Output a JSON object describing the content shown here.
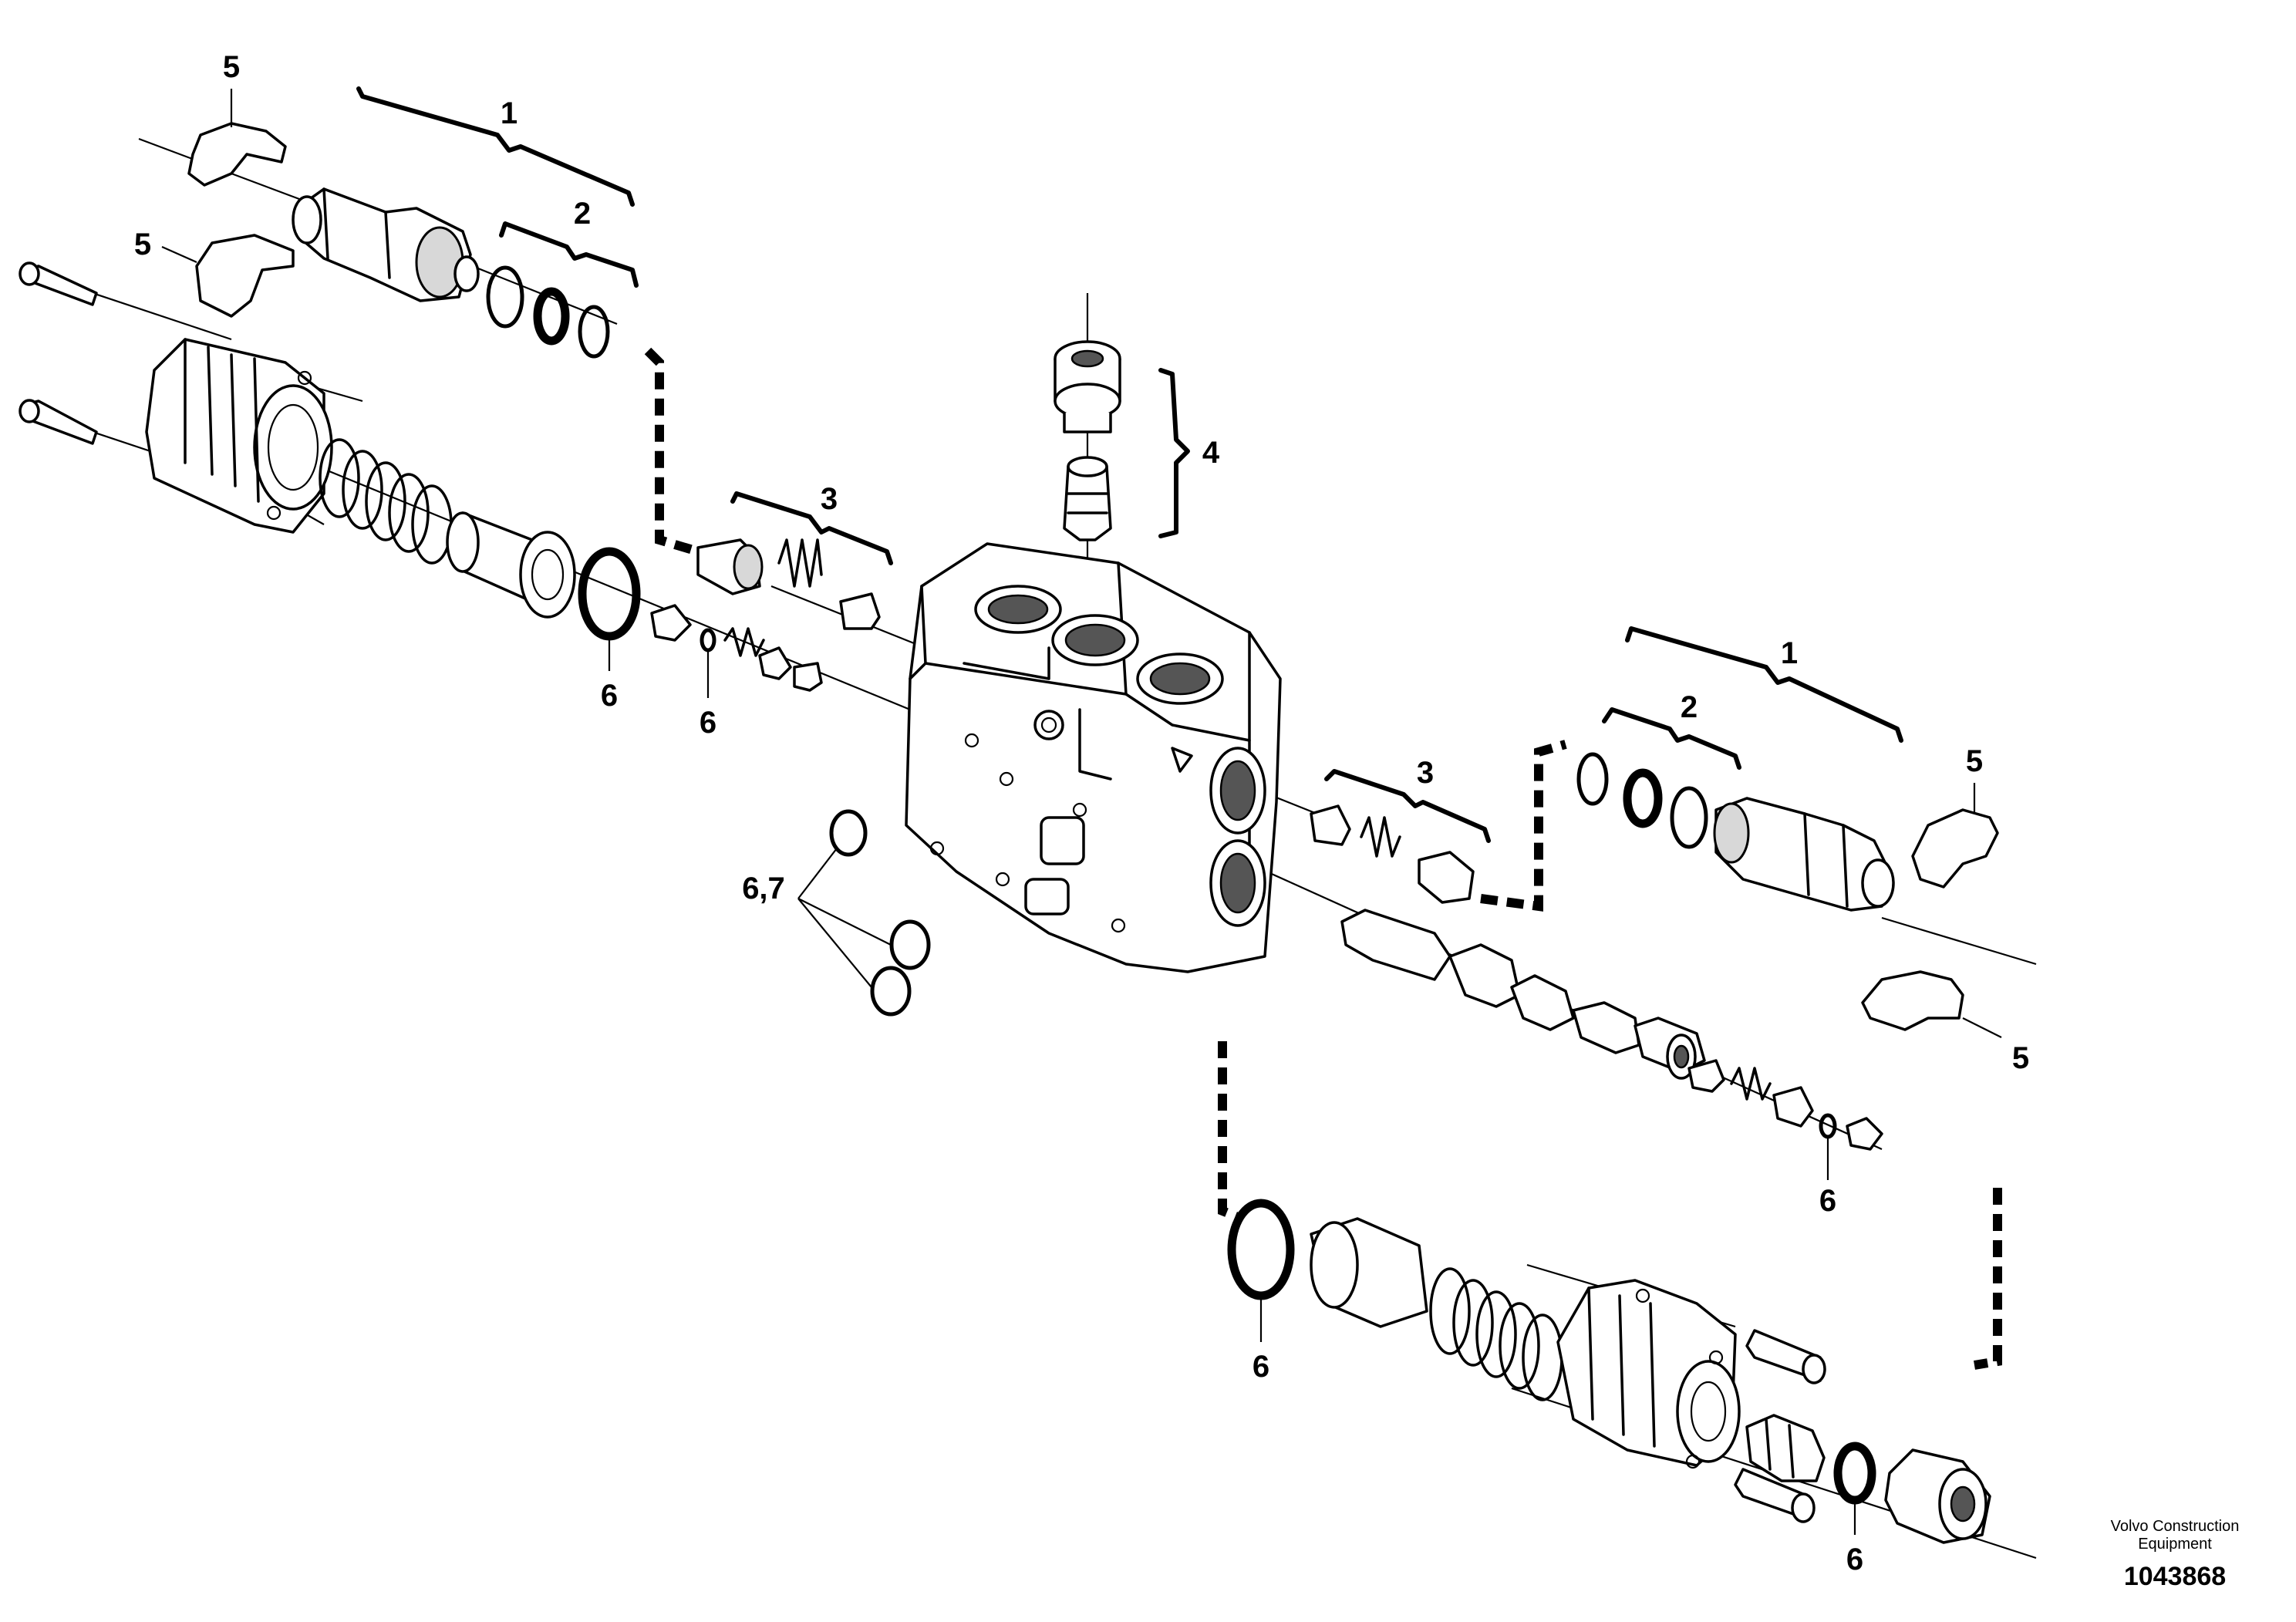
{
  "callouts": {
    "c1_left": "1",
    "c2_left": "2",
    "c3_left": "3",
    "c4": "4",
    "c5_top": "5",
    "c5_left": "5",
    "c6_left_a": "6",
    "c6_left_b": "6",
    "c67": "6,7",
    "c1_right": "1",
    "c2_right": "2",
    "c3_right": "3",
    "c5_right_a": "5",
    "c5_right_b": "5",
    "c6_right_a": "6",
    "c6_right_b": "6",
    "c6_right_c": "6"
  },
  "brand": {
    "line1": "Volvo Construction",
    "line2": "Equipment"
  },
  "doc_number": "1043868"
}
